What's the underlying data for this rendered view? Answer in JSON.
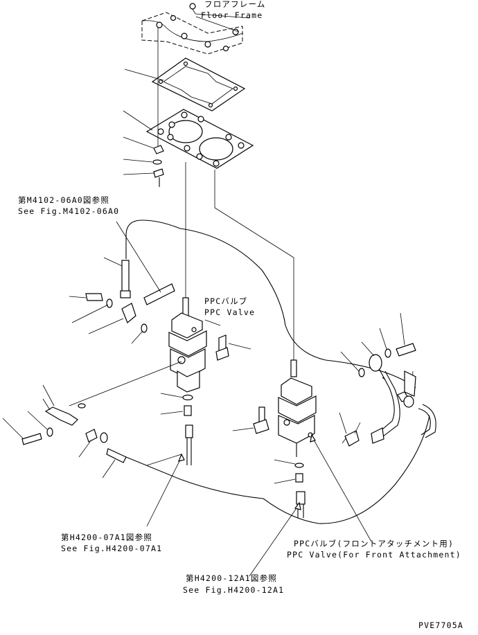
{
  "labels": {
    "floor_frame_jp": "フロアフレーム",
    "floor_frame_en": "Floor Frame",
    "ref_m4102_jp": "第M4102-06A0図参照",
    "ref_m4102_en": "See Fig.M4102-06A0",
    "ppc_valve_jp": "PPCバルブ",
    "ppc_valve_en": "PPC Valve",
    "ref_h4200_07_jp": "第H4200-07A1図参照",
    "ref_h4200_07_en": "See Fig.H4200-07A1",
    "ppc_front_jp": "PPCバルブ(フロントアタッチメント用)",
    "ppc_front_en": "PPC Valve(For Front Attachment)",
    "ref_h4200_12_jp": "第H4200-12A1図参照",
    "ref_h4200_12_en": "See Fig.H4200-12A1",
    "drawing_code": "PVE7705A"
  }
}
